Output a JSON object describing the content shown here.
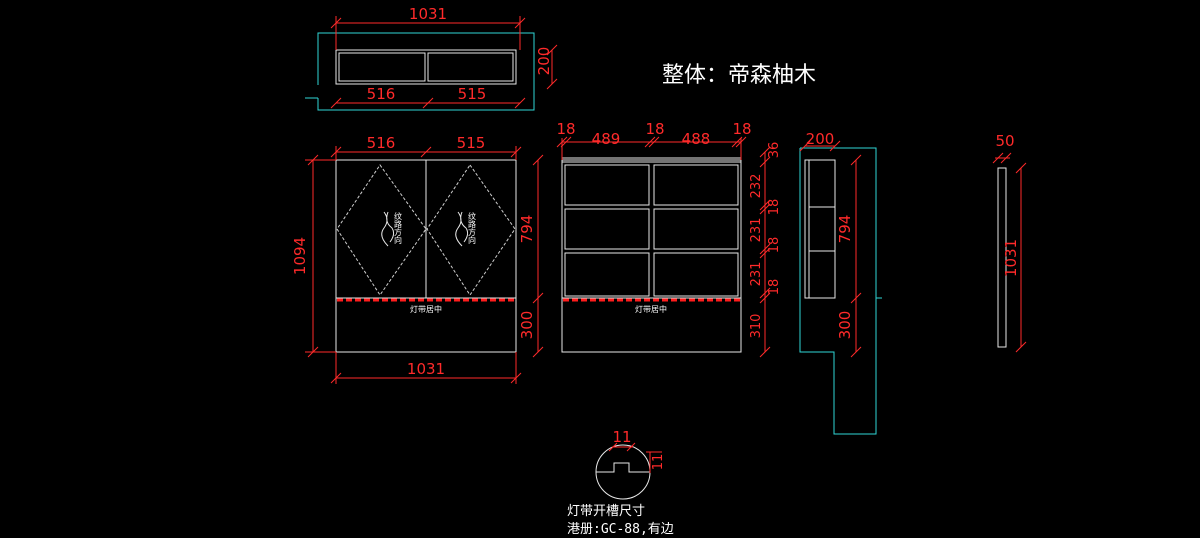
{
  "title": "整体：帝森柚木",
  "top_view": {
    "overall_width": "1031",
    "depth": "200",
    "left_width": "516",
    "right_width": "515"
  },
  "front_view": {
    "top_left": "516",
    "top_right": "515",
    "overall_height": "1094",
    "cabinet_height": "794",
    "bottom_height": "300",
    "bottom_width": "1031",
    "led_note": "灯带居中",
    "grain_left": "纹路方向",
    "grain_right": "纹路方向"
  },
  "inner_view": {
    "board_left": "18",
    "bay_left": "489",
    "board_mid": "18",
    "bay_right": "488",
    "board_right": "18",
    "top_gap": "36",
    "shelf1": "232",
    "board1": "18",
    "shelf2": "231",
    "board2": "18",
    "shelf3": "231",
    "board3": "18",
    "bottom_height": "310",
    "led_note": "灯带居中"
  },
  "side_view": {
    "depth": "200",
    "cabinet_height": "794",
    "bottom_height": "300"
  },
  "door_view": {
    "thickness": "50",
    "height": "1031"
  },
  "groove_detail": {
    "width": "11",
    "depth": "11",
    "caption": "灯带开槽尺寸",
    "spec": "港册:GC-88,有边"
  },
  "colors": {
    "dimension": "#ff2a2a",
    "outline": "#2fd6d6",
    "line": "#e8e8e8",
    "background": "#000000"
  }
}
